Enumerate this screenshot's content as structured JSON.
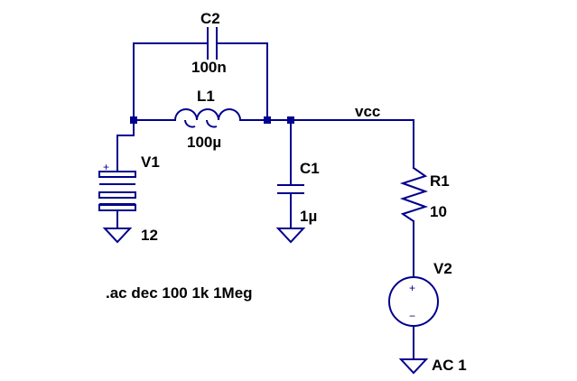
{
  "colors": {
    "wire": "#00008c",
    "text": "#000000",
    "background": "#ffffff"
  },
  "components": {
    "c2": {
      "name": "C2",
      "value": "100n",
      "type": "capacitor"
    },
    "l1": {
      "name": "L1",
      "value": "100µ",
      "type": "inductor"
    },
    "v1": {
      "name": "V1",
      "value": "12",
      "type": "battery"
    },
    "c1": {
      "name": "C1",
      "value": "1µ",
      "type": "capacitor"
    },
    "r1": {
      "name": "R1",
      "value": "10",
      "type": "resistor"
    },
    "v2": {
      "name": "V2",
      "value": "AC 1",
      "type": "voltage-source"
    }
  },
  "nets": {
    "vcc": "vcc"
  },
  "directive": ".ac dec 100 1k 1Meg",
  "symbols": {
    "plus": "+",
    "minus": "−"
  }
}
